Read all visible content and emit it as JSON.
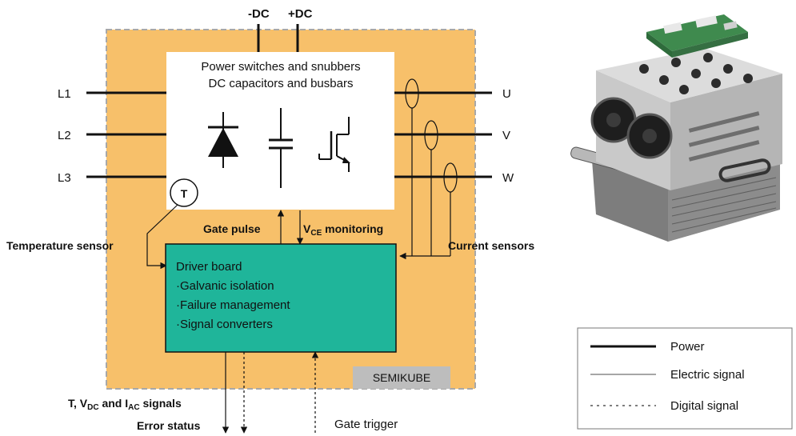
{
  "dc_labels": {
    "neg": "-DC",
    "pos": "+DC"
  },
  "inputs": [
    "L1",
    "L2",
    "L3"
  ],
  "outputs": [
    "U",
    "V",
    "W"
  ],
  "power_block": {
    "line1": "Power switches and snubbers",
    "line2": "DC capacitors and busbars"
  },
  "temperature": {
    "symbol": "T",
    "label": "Temperature sensor"
  },
  "gate_pulse": "Gate pulse",
  "vce": {
    "main": "V",
    "sub": "CE",
    "rest": " monitoring"
  },
  "current_sensors": "Current sensors",
  "driver_board": {
    "title": "Driver board",
    "items": [
      "·Galvanic isolation",
      "·Failure management",
      "·Signal converters"
    ]
  },
  "semikube": "SEMIKUBE",
  "signals": {
    "t": "T, V",
    "dc": "DC",
    "and": " and I",
    "ac": "AC",
    "rest": " signals"
  },
  "error_status": "Error status",
  "gate_trigger": "Gate trigger",
  "legend": [
    {
      "label": "Power",
      "style": "thick"
    },
    {
      "label": "Electric signal",
      "style": "thin"
    },
    {
      "label": "Digital signal",
      "style": "dotted"
    }
  ],
  "colors": {
    "outer_box": "#f7c06a",
    "outer_border": "#a8a8a8",
    "driver_board": "#1fb59a",
    "semikube_badge": "#bdbdbd"
  }
}
